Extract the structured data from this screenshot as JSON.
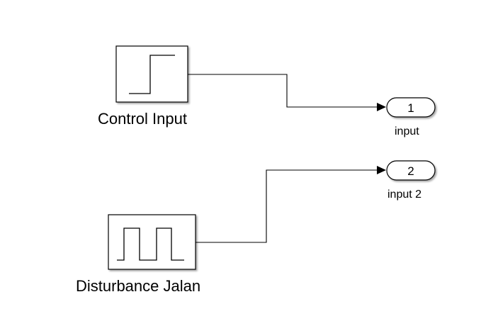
{
  "diagram": {
    "blocks": [
      {
        "id": "step",
        "name": "Control Input",
        "kind": "step",
        "icon": "step-icon"
      },
      {
        "id": "pulse",
        "name": "Disturbance Jalan",
        "kind": "pulse-generator",
        "icon": "pulse-icon"
      }
    ],
    "outports": [
      {
        "id": "out1",
        "number": "1",
        "name": "input"
      },
      {
        "id": "out2",
        "number": "2",
        "name": "input 2"
      }
    ],
    "connections": [
      {
        "from": "step",
        "to": "out1"
      },
      {
        "from": "pulse",
        "to": "out2"
      }
    ],
    "colors": {
      "stroke": "#000000",
      "block_fill": "#ffffff",
      "background": "#ffffff"
    }
  }
}
